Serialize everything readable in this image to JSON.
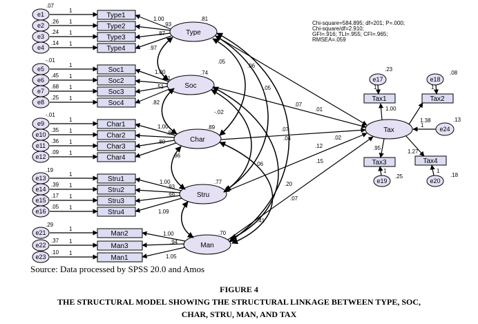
{
  "fit_stats": [
    "Chi-square=584.895; df=201; P=.000;",
    "Chi-square/df=2.910;",
    "GFI=.916; TLI=.955; CFI=.965;",
    "RMSEA=.059"
  ],
  "latents": [
    {
      "id": "Type",
      "r2": ".81"
    },
    {
      "id": "Soc",
      "r2": ".74"
    },
    {
      "id": "Char",
      "r2": ".89"
    },
    {
      "id": "Stru",
      "r2": ".77"
    },
    {
      "id": "Man",
      "r2": ".70"
    },
    {
      "id": "Tax",
      "r2": ""
    }
  ],
  "indicators": [
    {
      "name": "Type1",
      "error": "e1",
      "err_var": ".07",
      "one": "1",
      "loading": "1.00"
    },
    {
      "name": "Type2",
      "error": "e2",
      "err_var": ".26",
      "one": "1",
      "loading": ".93"
    },
    {
      "name": "Type3",
      "error": "e3",
      "err_var": ".24",
      "one": "1",
      "loading": ".87"
    },
    {
      "name": "Type4",
      "error": "e4",
      "err_var": ".14",
      "one": "1",
      "loading": ".97"
    },
    {
      "name": "Soc1",
      "error": "e5",
      "err_var": "-.01",
      "one": "1",
      "loading": "1.00"
    },
    {
      "name": "Soc2",
      "error": "e6",
      "err_var": ".45",
      "one": "1",
      "loading": ".71"
    },
    {
      "name": "Soc3",
      "error": "e7",
      "err_var": ".68",
      "one": "1",
      "loading": ".51"
    },
    {
      "name": "Soc4",
      "error": "e8",
      "err_var": ".25",
      "one": "1",
      "loading": ".82"
    },
    {
      "name": "Char1",
      "error": "e9",
      "err_var": "-.01",
      "one": "1",
      "loading": "1.00"
    },
    {
      "name": "Char2",
      "error": "e10",
      "err_var": ".35",
      "one": "1",
      "loading": ".84"
    },
    {
      "name": "Char3",
      "error": "e11",
      "err_var": ".36",
      "one": "1",
      "loading": ".80"
    },
    {
      "name": "Char4",
      "error": "e12",
      "err_var": ".09",
      "one": "1",
      "loading": ".96"
    },
    {
      "name": "Stru1",
      "error": "e13",
      "err_var": ".19",
      "one": "1",
      "loading": "1.00"
    },
    {
      "name": "Stru2",
      "error": "e14",
      "err_var": ".39",
      "one": "1",
      "loading": ".93"
    },
    {
      "name": "Stru3",
      "error": "e15",
      "err_var": ".17",
      "one": "1",
      "loading": ".99"
    },
    {
      "name": "Stru4",
      "error": "e16",
      "err_var": ".05",
      "one": "1",
      "loading": "1.09"
    },
    {
      "name": "Man2",
      "error": "e21",
      "err_var": ".29",
      "one": "1",
      "loading": "1.00"
    },
    {
      "name": "Man3",
      "error": "e22",
      "err_var": ".37",
      "one": "1",
      "loading": ".94"
    },
    {
      "name": "Man1",
      "error": "e23",
      "err_var": ".10",
      "one": "1",
      "loading": "1.05"
    }
  ],
  "tax_indicators": [
    {
      "name": "Tax1",
      "error": "e17",
      "err_var": ".23",
      "one": "1",
      "loading": "1.00"
    },
    {
      "name": "Tax2",
      "error": "e18",
      "err_var": ".08",
      "one": "1",
      "loading": "1.38"
    },
    {
      "name": "Tax3",
      "error": "e19",
      "err_var": ".25",
      "one": "1",
      "loading": ".95"
    },
    {
      "name": "Tax4",
      "error": "e20",
      "err_var": ".18",
      "one": "1",
      "loading": "1.27"
    }
  ],
  "tax_disturbance": {
    "name": "e24",
    "var": ".13",
    "one": "1"
  },
  "structural_paths": [
    {
      "from": "Type",
      "to": "Tax",
      "value": ".06"
    },
    {
      "from": "Soc",
      "to": "Tax",
      "value": ".07"
    },
    {
      "from": "Char",
      "to": "Tax",
      "value": ".02"
    },
    {
      "from": "Stru",
      "to": "Tax",
      "value": ".12"
    },
    {
      "from": "Man",
      "to": "Tax",
      "value": ".41"
    }
  ],
  "covariances": [
    {
      "pair": "Type-Soc",
      "value": ".05"
    },
    {
      "pair": "Type-Char",
      "value": ".05"
    },
    {
      "pair": "Type-Stru",
      "value": ".07"
    },
    {
      "pair": "Type-Man",
      "value": ".01"
    },
    {
      "pair": "Soc-Char",
      "value": "-.02"
    },
    {
      "pair": "Soc-Stru",
      "value": ".04"
    },
    {
      "pair": "Soc-Man",
      "value": ".15"
    },
    {
      "pair": "Char-Stru",
      "value": ".06"
    },
    {
      "pair": "Char-Man",
      "value": ".20"
    },
    {
      "pair": "Stru-Man",
      "value": ".07"
    }
  ],
  "source": "Source: Data processed by SPSS 20.0 and Amos",
  "figure_label": "FIGURE 4",
  "figure_caption_line1": "THE STRUCTURAL MODEL SHOWING THE STRUCTURAL LINKAGE BETWEEN TYPE, SOC,",
  "figure_caption_line2": "CHAR, STRU, MAN, AND TAX"
}
